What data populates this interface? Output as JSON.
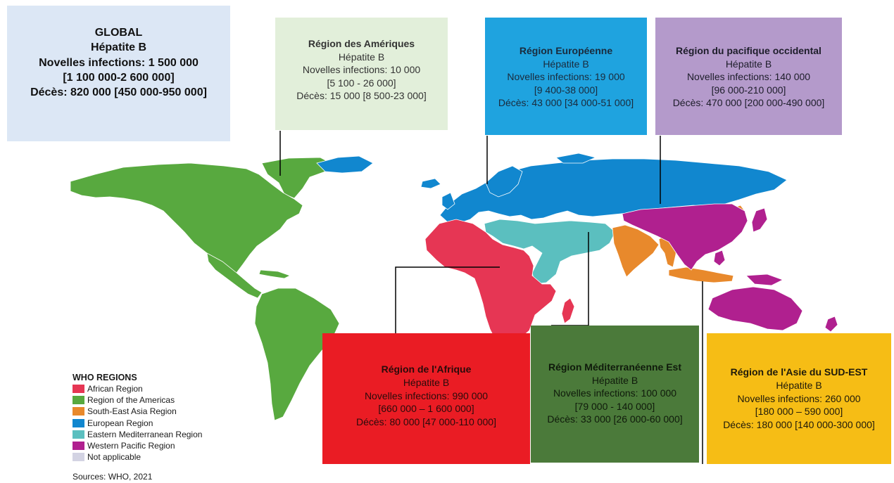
{
  "colors": {
    "africa": "#e63654",
    "americas": "#58a93f",
    "sea": "#e8892c",
    "europe": "#1187cf",
    "emed": "#5bbfbf",
    "westpac": "#b0208f",
    "na": "#d3d3e3",
    "border": "#ffffff"
  },
  "boxes": {
    "global": {
      "bg": "#dce7f5",
      "fg": "#111111",
      "lines": [
        "GLOBAL",
        "Hépatite B",
        "Novelles infections: 1 500 000",
        "[1 100 000-2 600 000]",
        "Décès: 820 000 [450 000-950 000]"
      ]
    },
    "americas": {
      "bg": "#e2efda",
      "fg": "#333333",
      "lines": [
        "Région des Amériques",
        "Hépatite B",
        "Novelles infections: 10 000",
        "[5 100 - 26 000]",
        "Décès: 15 000 [8 500-23 000]"
      ]
    },
    "europe": {
      "bg": "#1fa3df",
      "fg": "#1a2b3d",
      "lines": [
        "Région Européenne",
        "Hépatite B",
        "Novelles infections: 19 000",
        "[9 400-38 000]",
        "Décès: 43 000 [34 000-51 000]"
      ]
    },
    "westpac": {
      "bg": "#b49acb",
      "fg": "#1d1d2a",
      "lines": [
        "Région du pacifique occidental",
        "Hépatite B",
        "Novelles infections: 140 000",
        "[96 000-210 000]",
        "Décès: 470 000 [200 000-490 000]"
      ]
    },
    "africa": {
      "bg": "#ea1c24",
      "fg": "#2a0b0b",
      "lines": [
        "Région de l'Afrique",
        "Hépatite B",
        "Novelles infections: 990 000",
        "[660 000 – 1 600 000]",
        "Décès: 80 000 [47 000-110 000]"
      ]
    },
    "emed": {
      "bg": "#4b7a3a",
      "fg": "#0f1a0b",
      "lines": [
        "Région Méditerranéenne Est",
        "Hépatite B",
        "Novelles infections: 100 000",
        "[79 000 - 140 000]",
        "Décès: 33 000 [26 000-60 000]"
      ]
    },
    "sea": {
      "bg": "#f6bd15",
      "fg": "#1f1a0a",
      "lines": [
        "Région de l'Asie du SUD-EST",
        "Hépatite B",
        "Novelles infections: 260 000",
        "[180 000 – 590 000]",
        "Décès: 180 000 [140 000-300 000]"
      ]
    }
  },
  "legend": {
    "title": "WHO REGIONS",
    "items": [
      {
        "label": "African Region",
        "color": "#e63654"
      },
      {
        "label": "Region of the Americas",
        "color": "#58a93f"
      },
      {
        "label": "South-East Asia Region",
        "color": "#e8892c"
      },
      {
        "label": "European Region",
        "color": "#1187cf"
      },
      {
        "label": "Eastern Mediterranean Region",
        "color": "#5bbfbf"
      },
      {
        "label": "Western Pacific Region",
        "color": "#b0208f"
      },
      {
        "label": "Not applicable",
        "color": "#d3d3e3"
      }
    ]
  },
  "sources": "Sources: WHO, 2021"
}
